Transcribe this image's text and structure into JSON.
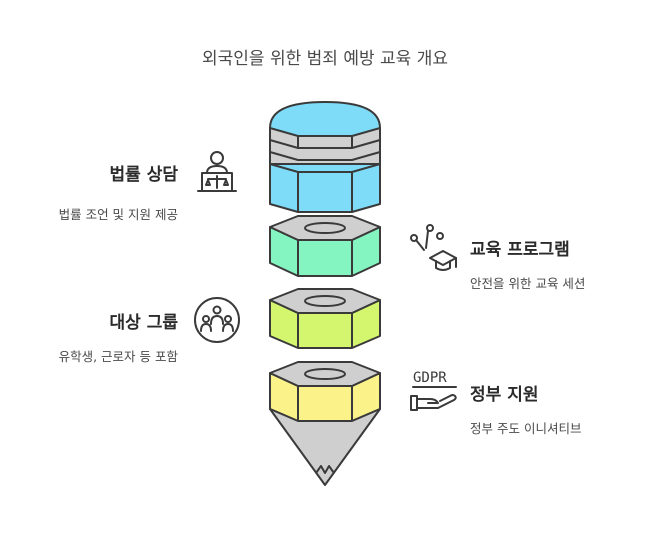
{
  "title": "외국인을 위한 범죄 예방 교육 개요",
  "items": [
    {
      "heading": "법률 상담",
      "description": "법률 조언 및 지원 제공",
      "icon": "lawyer-icon"
    },
    {
      "heading": "교육 프로그램",
      "description": "안전을 위한 교육 세션",
      "icon": "graduation-cap-icon"
    },
    {
      "heading": "대상 그룹",
      "description": "유학생, 근로자 등 포함",
      "icon": "group-icon"
    },
    {
      "heading": "정부 지원",
      "description": "정부 주도 이니셔티브",
      "icon": "gdpr-hand-icon",
      "icon_text": "GDPR"
    }
  ],
  "colors": {
    "segment1": "#7fdcf8",
    "segment2": "#84f5c0",
    "segment3": "#d3f66e",
    "segment4": "#fbf28a",
    "tip": "#cfcfcf",
    "stroke": "#3a3a3a"
  }
}
